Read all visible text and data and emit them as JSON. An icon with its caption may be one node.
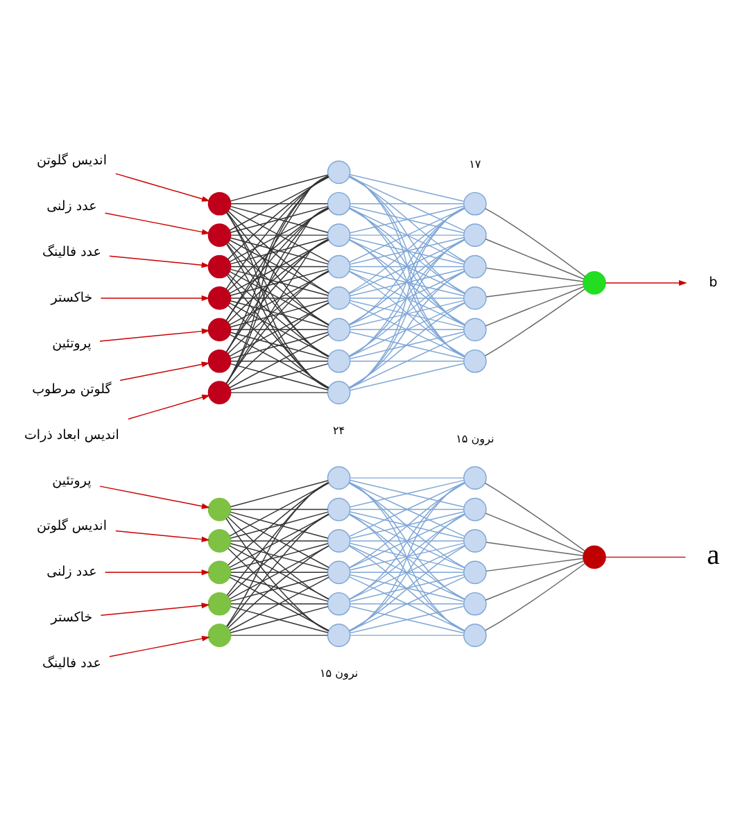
{
  "diagram": {
    "nodes": [
      {
        "text": [
          "خاکستر"
        ]
      },
      {
        "text": [
          "پروتئین"
        ]
      },
      {
        "text": [
          "اندیس گلوتن"
        ]
      },
      {
        "text": [
          "عدد زلنی"
        ]
      },
      {
        "text": [
          "عدد فالینگ"
        ]
      },
      {
        "text": [],
        "shape": "circle"
      },
      {
        "text": [],
        "shape": "circle"
      },
      {
        "text": [],
        "shape": "circle"
      },
      {
        "text": [],
        "shape": "circle"
      },
      {
        "text": [],
        "shape": "circle"
      },
      {
        "text": [],
        "shape": "circle"
      },
      {
        "text": [],
        "shape": "circle"
      },
      {
        "text": [],
        "shape": "circle"
      },
      {
        "text": [],
        "shape": "circle"
      },
      {
        "text": [],
        "shape": "circle"
      },
      {
        "text": [],
        "shape": "circle"
      },
      {
        "text": [],
        "shape": "circle"
      },
      {
        "text": [],
        "shape": "circle"
      },
      {
        "text": [],
        "shape": "circle"
      },
      {
        "text": [],
        "shape": "circle"
      },
      {
        "text": [],
        "shape": "circle"
      },
      {
        "text": [],
        "shape": "circle"
      },
      {
        "text": [],
        "shape": "circle"
      },
      {
        "text": [
          "a"
        ]
      },
      {
        "text": [
          "خاکستر"
        ]
      },
      {
        "text": [
          "پروتئین"
        ]
      },
      {
        "text": [
          "گلوتن مرطوب"
        ]
      },
      {
        "text": [
          "اندیس گلوتن"
        ]
      },
      {
        "text": [
          "عدد زلنی"
        ]
      },
      {
        "text": [
          "عدد فالینگ"
        ]
      },
      {
        "text": [
          "اندیس ابعاد ذرات"
        ]
      },
      {
        "text": [],
        "shape": "circle"
      },
      {
        "text": [],
        "shape": "circle"
      },
      {
        "text": [],
        "shape": "circle"
      },
      {
        "text": [],
        "shape": "circle"
      },
      {
        "text": [],
        "shape": "circle"
      },
      {
        "text": [],
        "shape": "circle"
      },
      {
        "text": [],
        "shape": "circle"
      },
      {
        "text": [],
        "shape": "circle"
      },
      {
        "text": [],
        "shape": "circle"
      },
      {
        "text": [],
        "shape": "circle"
      },
      {
        "text": [],
        "shape": "circle"
      },
      {
        "text": [],
        "shape": "circle"
      },
      {
        "text": [],
        "shape": "circle"
      },
      {
        "text": [],
        "shape": "circle"
      },
      {
        "text": [],
        "shape": "circle"
      },
      {
        "text": [],
        "shape": "circle"
      },
      {
        "text": [],
        "shape": "circle"
      },
      {
        "text": [],
        "shape": "circle"
      },
      {
        "text": [],
        "shape": "circle"
      },
      {
        "text": [],
        "shape": "circle"
      },
      {
        "text": [],
        "shape": "circle"
      },
      {
        "text": [],
        "shape": "circle"
      },
      {
        "text": [
          "b"
        ]
      }
    ],
    "edges": [
      {
        "from": 0,
        "to": 5,
        "arrow": "to",
        "color": "#cc0000"
      },
      {
        "from": 1,
        "to": 6,
        "arrow": "to",
        "color": "#cc0000"
      },
      {
        "from": 2,
        "to": 7,
        "arrow": "to",
        "color": "#cc0000"
      },
      {
        "from": 3,
        "to": 8,
        "arrow": "to",
        "color": "#cc0000"
      },
      {
        "from": 4,
        "to": 9,
        "arrow": "to",
        "color": "#cc0000"
      },
      {
        "from": 5,
        "to": 10,
        "arrow": "none"
      },
      {
        "from": 5,
        "to": 11,
        "arrow": "none"
      },
      {
        "from": 5,
        "to": 12,
        "arrow": "none"
      },
      {
        "from": 5,
        "to": 13,
        "arrow": "none"
      },
      {
        "from": 5,
        "to": 14,
        "arrow": "none"
      },
      {
        "from": 5,
        "to": 15,
        "arrow": "none"
      },
      {
        "from": 6,
        "to": 10,
        "arrow": "none"
      },
      {
        "from": 6,
        "to": 11,
        "arrow": "none"
      },
      {
        "from": 6,
        "to": 12,
        "arrow": "none"
      },
      {
        "from": 6,
        "to": 13,
        "arrow": "none"
      },
      {
        "from": 6,
        "to": 14,
        "arrow": "none"
      },
      {
        "from": 6,
        "to": 15,
        "arrow": "none"
      },
      {
        "from": 7,
        "to": 10,
        "arrow": "none"
      },
      {
        "from": 7,
        "to": 11,
        "arrow": "none"
      },
      {
        "from": 7,
        "to": 12,
        "arrow": "none"
      },
      {
        "from": 7,
        "to": 13,
        "arrow": "none"
      },
      {
        "from": 7,
        "to": 14,
        "arrow": "none"
      },
      {
        "from": 7,
        "to": 15,
        "arrow": "none"
      },
      {
        "from": 8,
        "to": 10,
        "arrow": "none"
      },
      {
        "from": 8,
        "to": 11,
        "arrow": "none"
      },
      {
        "from": 8,
        "to": 12,
        "arrow": "none"
      },
      {
        "from": 8,
        "to": 13,
        "arrow": "none"
      },
      {
        "from": 8,
        "to": 14,
        "arrow": "none"
      },
      {
        "from": 8,
        "to": 15,
        "arrow": "none"
      },
      {
        "from": 9,
        "to": 10,
        "arrow": "none"
      },
      {
        "from": 9,
        "to": 11,
        "arrow": "none"
      },
      {
        "from": 9,
        "to": 12,
        "arrow": "none"
      },
      {
        "from": 9,
        "to": 13,
        "arrow": "none"
      },
      {
        "from": 9,
        "to": 14,
        "arrow": "none"
      },
      {
        "from": 9,
        "to": 15,
        "arrow": "none"
      },
      {
        "from": 10,
        "to": 16,
        "arrow": "none",
        "color": "#7fa6d6"
      },
      {
        "from": 10,
        "to": 17,
        "arrow": "none",
        "color": "#7fa6d6"
      },
      {
        "from": 10,
        "to": 18,
        "arrow": "none",
        "color": "#7fa6d6"
      },
      {
        "from": 10,
        "to": 19,
        "arrow": "none",
        "color": "#7fa6d6"
      },
      {
        "from": 10,
        "to": 20,
        "arrow": "none",
        "color": "#7fa6d6"
      },
      {
        "from": 10,
        "to": 21,
        "arrow": "none",
        "color": "#7fa6d6"
      },
      {
        "from": 11,
        "to": 16,
        "arrow": "none",
        "color": "#7fa6d6"
      },
      {
        "from": 11,
        "to": 17,
        "arrow": "none",
        "color": "#7fa6d6"
      },
      {
        "from": 11,
        "to": 18,
        "arrow": "none",
        "color": "#7fa6d6"
      },
      {
        "from": 11,
        "to": 19,
        "arrow": "none",
        "color": "#7fa6d6"
      },
      {
        "from": 11,
        "to": 20,
        "arrow": "none",
        "color": "#7fa6d6"
      },
      {
        "from": 11,
        "to": 21,
        "arrow": "none",
        "color": "#7fa6d6"
      },
      {
        "from": 12,
        "to": 16,
        "arrow": "none",
        "color": "#7fa6d6"
      },
      {
        "from": 12,
        "to": 17,
        "arrow": "none",
        "color": "#7fa6d6"
      },
      {
        "from": 12,
        "to": 18,
        "arrow": "none",
        "color": "#7fa6d6"
      },
      {
        "from": 12,
        "to": 19,
        "arrow": "none",
        "color": "#7fa6d6"
      },
      {
        "from": 12,
        "to": 20,
        "arrow": "none",
        "color": "#7fa6d6"
      },
      {
        "from": 12,
        "to": 21,
        "arrow": "none",
        "color": "#7fa6d6"
      },
      {
        "from": 13,
        "to": 16,
        "arrow": "none",
        "color": "#7fa6d6"
      },
      {
        "from": 13,
        "to": 17,
        "arrow": "none",
        "color": "#7fa6d6"
      },
      {
        "from": 13,
        "to": 18,
        "arrow": "none",
        "color": "#7fa6d6"
      },
      {
        "from": 13,
        "to": 19,
        "arrow": "none",
        "color": "#7fa6d6"
      },
      {
        "from": 13,
        "to": 20,
        "arrow": "none",
        "color": "#7fa6d6"
      },
      {
        "from": 13,
        "to": 21,
        "arrow": "none",
        "color": "#7fa6d6"
      },
      {
        "from": 14,
        "to": 16,
        "arrow": "none",
        "color": "#7fa6d6"
      },
      {
        "from": 14,
        "to": 17,
        "arrow": "none",
        "color": "#7fa6d6"
      },
      {
        "from": 14,
        "to": 18,
        "arrow": "none",
        "color": "#7fa6d6"
      },
      {
        "from": 14,
        "to": 19,
        "arrow": "none",
        "color": "#7fa6d6"
      },
      {
        "from": 14,
        "to": 20,
        "arrow": "none",
        "color": "#7fa6d6"
      },
      {
        "from": 14,
        "to": 21,
        "arrow": "none",
        "color": "#7fa6d6"
      },
      {
        "from": 15,
        "to": 16,
        "arrow": "none",
        "color": "#7fa6d6"
      },
      {
        "from": 15,
        "to": 17,
        "arrow": "none",
        "color": "#7fa6d6"
      },
      {
        "from": 15,
        "to": 18,
        "arrow": "none",
        "color": "#7fa6d6"
      },
      {
        "from": 15,
        "to": 19,
        "arrow": "none",
        "color": "#7fa6d6"
      },
      {
        "from": 15,
        "to": 20,
        "arrow": "none",
        "color": "#7fa6d6"
      },
      {
        "from": 15,
        "to": 21,
        "arrow": "none",
        "color": "#7fa6d6"
      },
      {
        "from": 16,
        "to": 22,
        "arrow": "none",
        "color": "#666666"
      },
      {
        "from": 17,
        "to": 22,
        "arrow": "none",
        "color": "#666666"
      },
      {
        "from": 18,
        "to": 22,
        "arrow": "none",
        "color": "#666666"
      },
      {
        "from": 19,
        "to": 22,
        "arrow": "none",
        "color": "#666666"
      },
      {
        "from": 20,
        "to": 22,
        "arrow": "none",
        "color": "#666666"
      },
      {
        "from": 21,
        "to": 22,
        "arrow": "none",
        "color": "#666666"
      },
      {
        "from": 22,
        "to": 23,
        "arrow": "none",
        "color": "#cc0000"
      },
      {
        "from": 24,
        "to": 31,
        "arrow": "to",
        "color": "#cc0000"
      },
      {
        "from": 25,
        "to": 32,
        "arrow": "to",
        "color": "#cc0000"
      },
      {
        "from": 26,
        "to": 33,
        "arrow": "to",
        "color": "#cc0000"
      },
      {
        "from": 27,
        "to": 34,
        "arrow": "to",
        "color": "#cc0000"
      },
      {
        "from": 28,
        "to": 35,
        "arrow": "to",
        "color": "#cc0000"
      },
      {
        "from": 29,
        "to": 36,
        "arrow": "to",
        "color": "#cc0000"
      },
      {
        "from": 30,
        "to": 37,
        "arrow": "to",
        "color": "#cc0000"
      },
      {
        "from": 31,
        "to": 38,
        "arrow": "none"
      },
      {
        "from": 31,
        "to": 39,
        "arrow": "none"
      },
      {
        "from": 31,
        "to": 40,
        "arrow": "none"
      },
      {
        "from": 31,
        "to": 41,
        "arrow": "none"
      },
      {
        "from": 31,
        "to": 42,
        "arrow": "none"
      },
      {
        "from": 31,
        "to": 43,
        "arrow": "none"
      },
      {
        "from": 31,
        "to": 44,
        "arrow": "none"
      },
      {
        "from": 31,
        "to": 45,
        "arrow": "none"
      },
      {
        "from": 32,
        "to": 38,
        "arrow": "none"
      },
      {
        "from": 32,
        "to": 39,
        "arrow": "none"
      },
      {
        "from": 32,
        "to": 40,
        "arrow": "none"
      },
      {
        "from": 32,
        "to": 41,
        "arrow": "none"
      },
      {
        "from": 32,
        "to": 42,
        "arrow": "none"
      },
      {
        "from": 32,
        "to": 43,
        "arrow": "none"
      },
      {
        "from": 32,
        "to": 44,
        "arrow": "none"
      },
      {
        "from": 32,
        "to": 45,
        "arrow": "none"
      },
      {
        "from": 33,
        "to": 38,
        "arrow": "none"
      },
      {
        "from": 33,
        "to": 39,
        "arrow": "none"
      },
      {
        "from": 33,
        "to": 40,
        "arrow": "none"
      },
      {
        "from": 33,
        "to": 41,
        "arrow": "none"
      },
      {
        "from": 33,
        "to": 42,
        "arrow": "none"
      },
      {
        "from": 33,
        "to": 43,
        "arrow": "none"
      },
      {
        "from": 33,
        "to": 44,
        "arrow": "none"
      },
      {
        "from": 33,
        "to": 45,
        "arrow": "none"
      },
      {
        "from": 34,
        "to": 38,
        "arrow": "none"
      },
      {
        "from": 34,
        "to": 39,
        "arrow": "none"
      },
      {
        "from": 34,
        "to": 40,
        "arrow": "none"
      },
      {
        "from": 34,
        "to": 41,
        "arrow": "none"
      },
      {
        "from": 34,
        "to": 42,
        "arrow": "none"
      },
      {
        "from": 34,
        "to": 43,
        "arrow": "none"
      },
      {
        "from": 34,
        "to": 44,
        "arrow": "none"
      },
      {
        "from": 34,
        "to": 45,
        "arrow": "none"
      },
      {
        "from": 35,
        "to": 38,
        "arrow": "none"
      },
      {
        "from": 35,
        "to": 39,
        "arrow": "none"
      },
      {
        "from": 35,
        "to": 40,
        "arrow": "none"
      },
      {
        "from": 35,
        "to": 41,
        "arrow": "none"
      },
      {
        "from": 35,
        "to": 42,
        "arrow": "none"
      },
      {
        "from": 35,
        "to": 43,
        "arrow": "none"
      },
      {
        "from": 35,
        "to": 44,
        "arrow": "none"
      },
      {
        "from": 35,
        "to": 45,
        "arrow": "none"
      },
      {
        "from": 36,
        "to": 38,
        "arrow": "none"
      },
      {
        "from": 36,
        "to": 39,
        "arrow": "none"
      },
      {
        "from": 36,
        "to": 40,
        "arrow": "none"
      },
      {
        "from": 36,
        "to": 41,
        "arrow": "none"
      },
      {
        "from": 36,
        "to": 42,
        "arrow": "none"
      },
      {
        "from": 36,
        "to": 43,
        "arrow": "none"
      },
      {
        "from": 36,
        "to": 44,
        "arrow": "none"
      },
      {
        "from": 36,
        "to": 45,
        "arrow": "none"
      },
      {
        "from": 37,
        "to": 38,
        "arrow": "none"
      },
      {
        "from": 37,
        "to": 39,
        "arrow": "none"
      },
      {
        "from": 37,
        "to": 40,
        "arrow": "none"
      },
      {
        "from": 37,
        "to": 41,
        "arrow": "none"
      },
      {
        "from": 37,
        "to": 42,
        "arrow": "none"
      },
      {
        "from": 37,
        "to": 43,
        "arrow": "none"
      },
      {
        "from": 37,
        "to": 44,
        "arrow": "none"
      },
      {
        "from": 37,
        "to": 45,
        "arrow": "none"
      },
      {
        "from": 38,
        "to": 46,
        "arrow": "none",
        "color": "#7fa6d6"
      },
      {
        "from": 38,
        "to": 47,
        "arrow": "none",
        "color": "#7fa6d6"
      },
      {
        "from": 38,
        "to": 48,
        "arrow": "none",
        "color": "#7fa6d6"
      },
      {
        "from": 38,
        "to": 49,
        "arrow": "none",
        "color": "#7fa6d6"
      },
      {
        "from": 38,
        "to": 50,
        "arrow": "none",
        "color": "#7fa6d6"
      },
      {
        "from": 38,
        "to": 51,
        "arrow": "none",
        "color": "#7fa6d6"
      },
      {
        "from": 39,
        "to": 46,
        "arrow": "none",
        "color": "#7fa6d6"
      },
      {
        "from": 39,
        "to": 47,
        "arrow": "none",
        "color": "#7fa6d6"
      },
      {
        "from": 39,
        "to": 48,
        "arrow": "none",
        "color": "#7fa6d6"
      },
      {
        "from": 39,
        "to": 49,
        "arrow": "none",
        "color": "#7fa6d6"
      },
      {
        "from": 39,
        "to": 50,
        "arrow": "none",
        "color": "#7fa6d6"
      },
      {
        "from": 39,
        "to": 51,
        "arrow": "none",
        "color": "#7fa6d6"
      },
      {
        "from": 40,
        "to": 46,
        "arrow": "none",
        "color": "#7fa6d6"
      },
      {
        "from": 40,
        "to": 47,
        "arrow": "none",
        "color": "#7fa6d6"
      },
      {
        "from": 40,
        "to": 48,
        "arrow": "none",
        "color": "#7fa6d6"
      },
      {
        "from": 40,
        "to": 49,
        "arrow": "none",
        "color": "#7fa6d6"
      },
      {
        "from": 40,
        "to": 50,
        "arrow": "none",
        "color": "#7fa6d6"
      },
      {
        "from": 40,
        "to": 51,
        "arrow": "none",
        "color": "#7fa6d6"
      },
      {
        "from": 41,
        "to": 46,
        "arrow": "none",
        "color": "#7fa6d6"
      },
      {
        "from": 41,
        "to": 47,
        "arrow": "none",
        "color": "#7fa6d6"
      },
      {
        "from": 41,
        "to": 48,
        "arrow": "none",
        "color": "#7fa6d6"
      },
      {
        "from": 41,
        "to": 49,
        "arrow": "none",
        "color": "#7fa6d6"
      },
      {
        "from": 41,
        "to": 50,
        "arrow": "none",
        "color": "#7fa6d6"
      },
      {
        "from": 41,
        "to": 51,
        "arrow": "none",
        "color": "#7fa6d6"
      },
      {
        "from": 42,
        "to": 46,
        "arrow": "none",
        "color": "#7fa6d6"
      },
      {
        "from": 42,
        "to": 47,
        "arrow": "none",
        "color": "#7fa6d6"
      },
      {
        "from": 42,
        "to": 48,
        "arrow": "none",
        "color": "#7fa6d6"
      },
      {
        "from": 42,
        "to": 49,
        "arrow": "none",
        "color": "#7fa6d6"
      },
      {
        "from": 42,
        "to": 50,
        "arrow": "none",
        "color": "#7fa6d6"
      },
      {
        "from": 42,
        "to": 51,
        "arrow": "none",
        "color": "#7fa6d6"
      },
      {
        "from": 43,
        "to": 46,
        "arrow": "none",
        "color": "#7fa6d6"
      },
      {
        "from": 43,
        "to": 47,
        "arrow": "none",
        "color": "#7fa6d6"
      },
      {
        "from": 43,
        "to": 48,
        "arrow": "none",
        "color": "#7fa6d6"
      },
      {
        "from": 43,
        "to": 49,
        "arrow": "none",
        "color": "#7fa6d6"
      },
      {
        "from": 43,
        "to": 50,
        "arrow": "none",
        "color": "#7fa6d6"
      },
      {
        "from": 43,
        "to": 51,
        "arrow": "none",
        "color": "#7fa6d6"
      },
      {
        "from": 44,
        "to": 46,
        "arrow": "none",
        "color": "#7fa6d6"
      },
      {
        "from": 44,
        "to": 47,
        "arrow": "none",
        "color": "#7fa6d6"
      },
      {
        "from": 44,
        "to": 48,
        "arrow": "none",
        "color": "#7fa6d6"
      },
      {
        "from": 44,
        "to": 49,
        "arrow": "none",
        "color": "#7fa6d6"
      },
      {
        "from": 44,
        "to": 50,
        "arrow": "none",
        "color": "#7fa6d6"
      },
      {
        "from": 44,
        "to": 51,
        "arrow": "none",
        "color": "#7fa6d6"
      },
      {
        "from": 45,
        "to": 46,
        "arrow": "none",
        "color": "#7fa6d6"
      },
      {
        "from": 45,
        "to": 47,
        "arrow": "none",
        "color": "#7fa6d6"
      },
      {
        "from": 45,
        "to": 48,
        "arrow": "none",
        "color": "#7fa6d6"
      },
      {
        "from": 45,
        "to": 49,
        "arrow": "none",
        "color": "#7fa6d6"
      },
      {
        "from": 45,
        "to": 50,
        "arrow": "none",
        "color": "#7fa6d6"
      },
      {
        "from": 45,
        "to": 51,
        "arrow": "none",
        "color": "#7fa6d6"
      },
      {
        "from": 46,
        "to": 52,
        "arrow": "none",
        "color": "#666666"
      },
      {
        "from": 47,
        "to": 52,
        "arrow": "none",
        "color": "#666666"
      },
      {
        "from": 48,
        "to": 52,
        "arrow": "none",
        "color": "#666666"
      },
      {
        "from": 49,
        "to": 52,
        "arrow": "none",
        "color": "#666666"
      },
      {
        "from": 50,
        "to": 52,
        "arrow": "none",
        "color": "#666666"
      },
      {
        "from": 51,
        "to": 52,
        "arrow": "none",
        "color": "#666666"
      },
      {
        "from": 52,
        "to": 53,
        "arrow": "to",
        "color": "#cc0000"
      }
    ],
    "labels": [
      "۱۵ نرون",
      "۱۵ نرون",
      "۲۴",
      "۱۷"
    ]
  }
}
